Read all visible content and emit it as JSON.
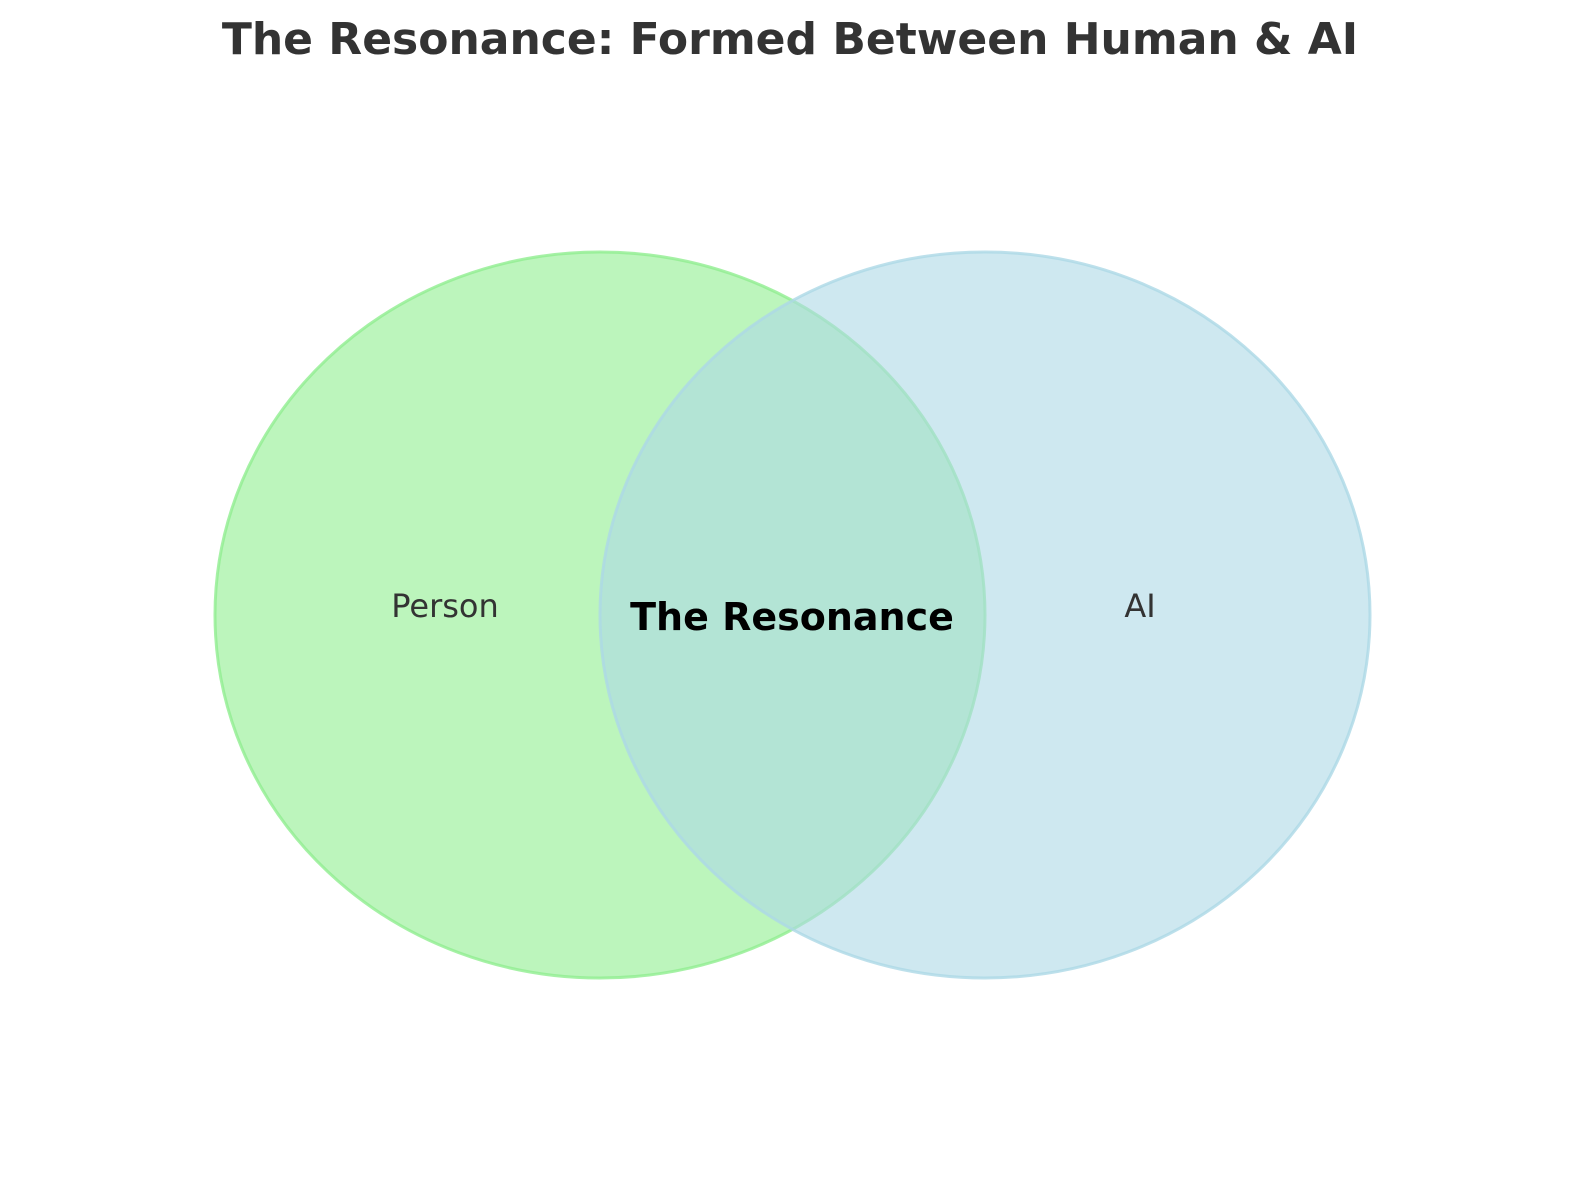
{
  "title": "The Resonance: Formed Between Human & AI",
  "sets": [
    {
      "label": "Person",
      "color": "#90ee90"
    },
    {
      "label": "AI",
      "color": "#add8e6"
    }
  ],
  "intersection": {
    "label": "The Resonance"
  },
  "colors": {
    "title": "#333333",
    "set_label": "#333333",
    "overlap_label": "#000000",
    "fill_opacity": 0.6
  }
}
